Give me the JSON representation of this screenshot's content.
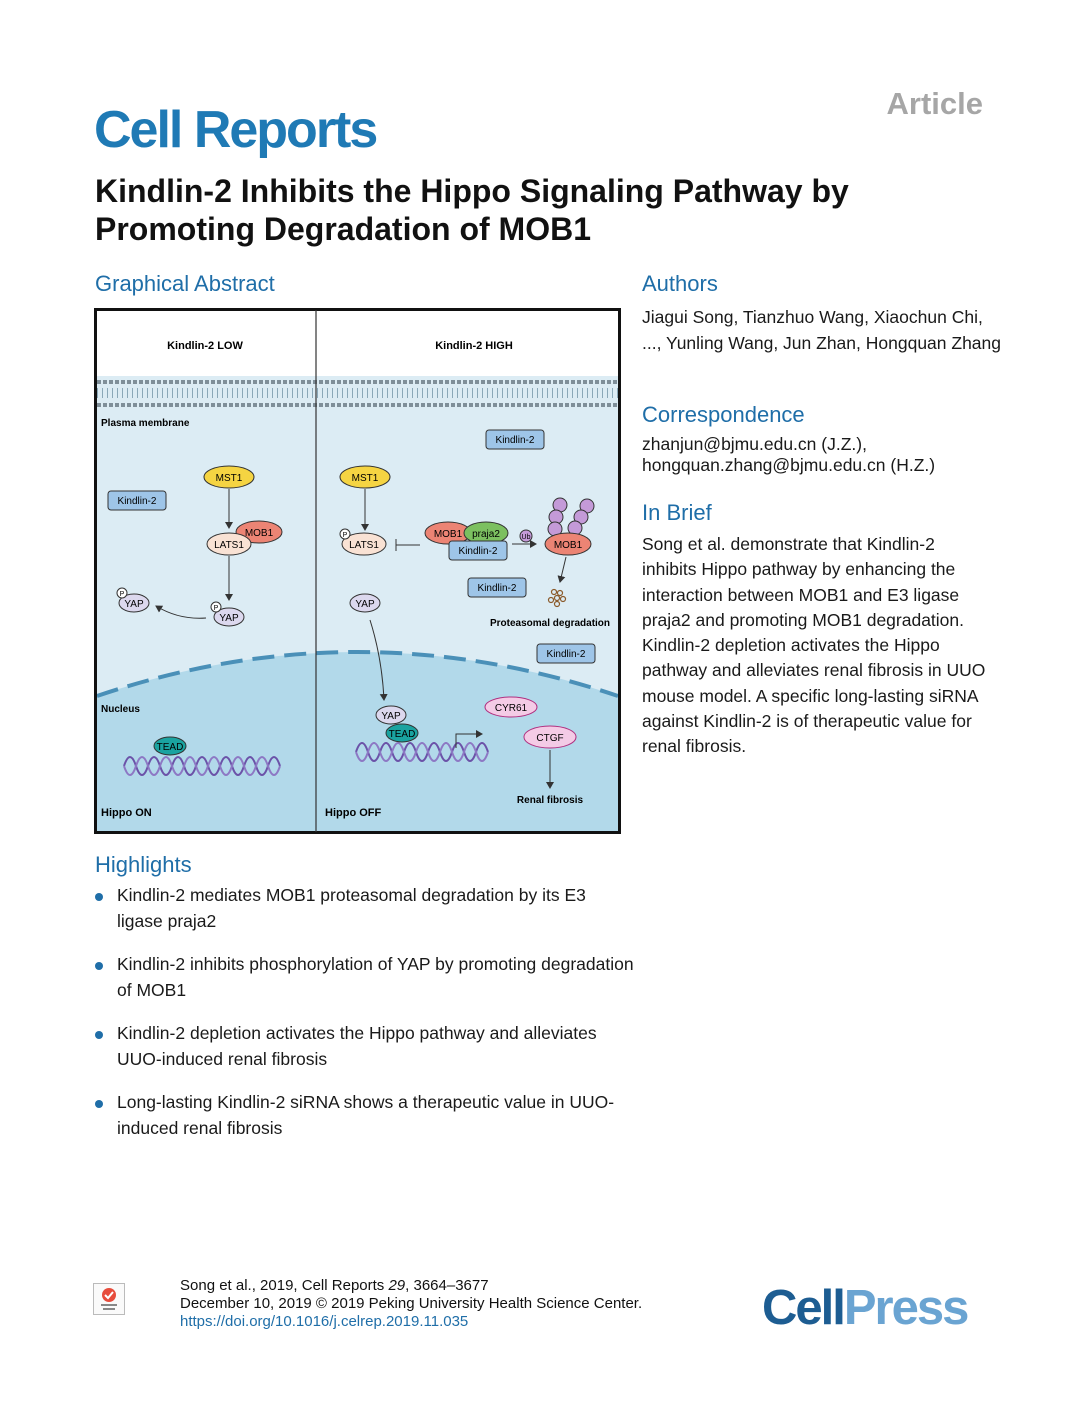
{
  "header": {
    "journal": "Cell Reports",
    "article_type": "Article",
    "title": "Kindlin-2 Inhibits the Hippo Signaling Pathway by Promoting Degradation of MOB1"
  },
  "graphical_abstract": {
    "heading": "Graphical Abstract",
    "left_panel": {
      "title": "Kindlin-2 LOW",
      "membrane_label": "Plasma membrane",
      "nucleus_label": "Nucleus",
      "state_label": "Hippo ON",
      "nodes": {
        "mst1": "MST1",
        "kindlin2": "Kindlin-2",
        "mob1": "MOB1",
        "lats1": "LATS1",
        "yap_p1": "YAP",
        "yap_p2": "YAP",
        "tead": "TEAD",
        "p": "P"
      }
    },
    "right_panel": {
      "title": "Kindlin-2 HIGH",
      "state_label": "Hippo OFF",
      "degradation_label": "Proteasomal degradation",
      "fibrosis_label": "Renal fibrosis",
      "nodes": {
        "kindlin2_top": "Kindlin-2",
        "mst1": "MST1",
        "lats1": "LATS1",
        "mob1": "MOB1",
        "praja2": "praja2",
        "kindlin2_complex": "Kindlin-2",
        "ub": "Ub",
        "mob1_ub": "MOB1",
        "kindlin2_mid": "Kindlin-2",
        "kindlin2_low": "Kindlin-2",
        "yap": "YAP",
        "yap_nuc": "YAP",
        "tead": "TEAD",
        "cyr61": "CYR61",
        "ctgf": "CTGF",
        "p": "P"
      }
    }
  },
  "authors": {
    "heading": "Authors",
    "text": "Jiagui Song, Tianzhuo Wang, Xiaochun Chi, ..., Yunling Wang, Jun Zhan, Hongquan Zhang"
  },
  "correspondence": {
    "heading": "Correspondence",
    "email1": "zhanjun@bjmu.edu.cn (J.Z.),",
    "email2": "hongquan.zhang@bjmu.edu.cn (H.Z.)"
  },
  "in_brief": {
    "heading": "In Brief",
    "text": "Song et al. demonstrate that Kindlin-2 inhibits Hippo pathway by enhancing the interaction between MOB1 and E3 ligase praja2 and promoting MOB1 degradation. Kindlin-2 depletion activates the Hippo pathway and alleviates renal fibrosis in UUO mouse model. A specific long-lasting siRNA against Kindlin-2 is of therapeutic value for renal fibrosis."
  },
  "highlights": {
    "heading": "Highlights",
    "items": [
      "Kindlin-2 mediates MOB1 proteasomal degradation by its E3 ligase praja2",
      "Kindlin-2 inhibits phosphorylation of YAP by promoting degradation of MOB1",
      "Kindlin-2 depletion activates the Hippo pathway and alleviates UUO-induced renal fibrosis",
      "Long-lasting Kindlin-2 siRNA shows a therapeutic value in UUO-induced renal fibrosis"
    ]
  },
  "footer": {
    "citation_line1_pre": "Song et al., 2019, Cell Reports ",
    "citation_volume": "29",
    "citation_line1_post": ", 3664–3677",
    "citation_line2": "December 10, 2019 © 2019 Peking University Health Science Center.",
    "doi": "https://doi.org/10.1016/j.celrep.2019.11.035",
    "publisher_part1": "Cell",
    "publisher_part2": "Press",
    "crossmark_alt": "Check for updates"
  }
}
